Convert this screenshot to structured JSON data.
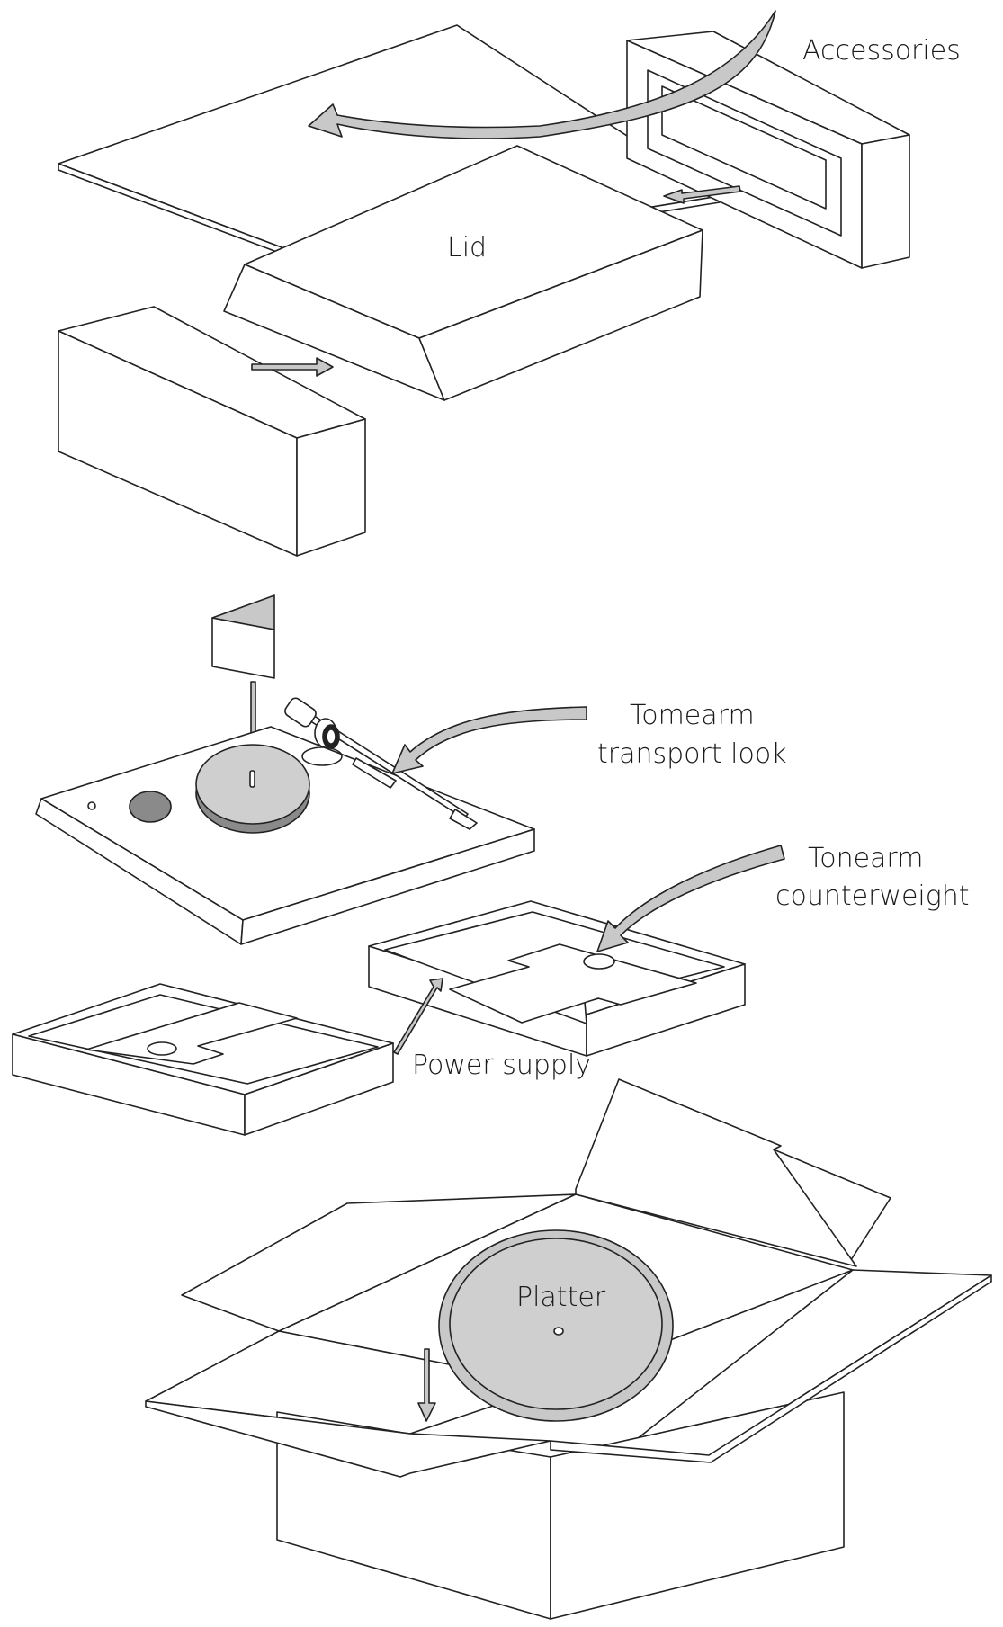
{
  "diagram": {
    "labels": {
      "accessories": "Accessories",
      "lid": "Lid",
      "tonearm_transport_lock_line1": "Tomearm",
      "tonearm_transport_lock_line2": "transport look",
      "tonearm_counterweight_line1": "Tonearm",
      "tonearm_counterweight_line2": "counterweight",
      "power_supply": "Power supply",
      "platter": "Platter"
    },
    "colors": {
      "outline": "#222222",
      "arrow_fill": "#c8c8c8",
      "platter_fill": "#cfcfcf",
      "dark_part": "#8a8a8a",
      "panel_fill": "#ffffff"
    }
  }
}
